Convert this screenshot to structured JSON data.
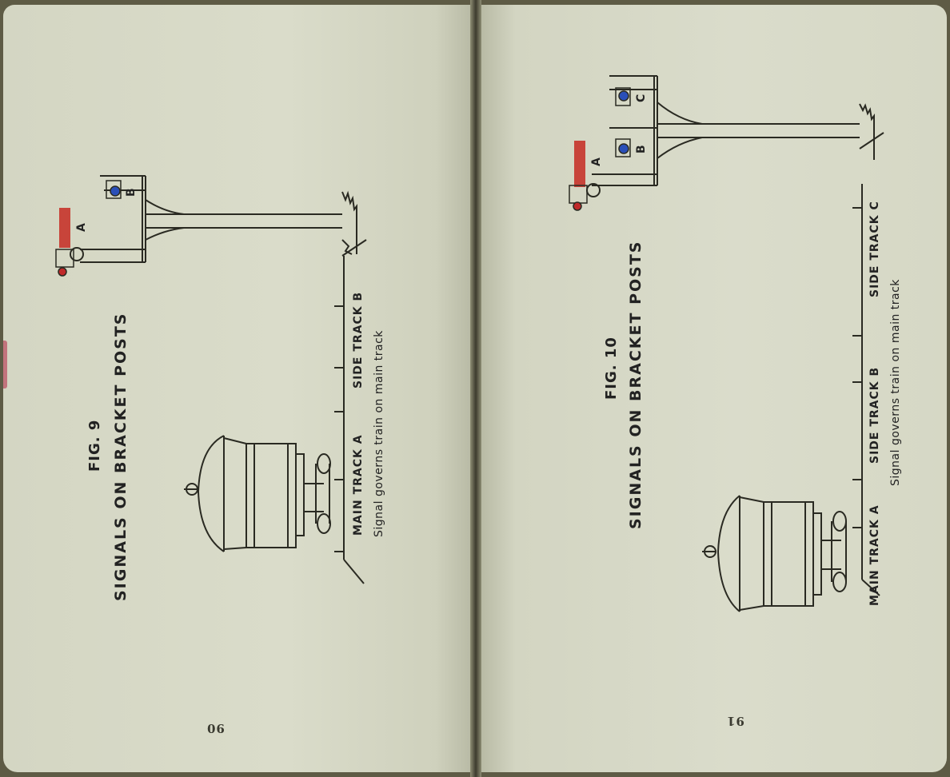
{
  "left_page": {
    "figure_label": "FIG. 9",
    "title": "SIGNALS ON BRACKET POSTS",
    "signal_labels": {
      "arm": "A",
      "light": "B"
    },
    "track_labels": [
      "MAIN TRACK A",
      "SIDE TRACK B"
    ],
    "caption": "Signal governs train on main track",
    "page_number": "90"
  },
  "right_page": {
    "figure_label": "FIG. 10",
    "title": "SIGNALS ON BRACKET POSTS",
    "signal_labels": {
      "arm": "A",
      "light_b": "B",
      "light_c": "C"
    },
    "track_labels": [
      "MAIN TRACK A",
      "SIDE TRACK B",
      "SIDE TRACK C"
    ],
    "caption": "Signal governs train on main track",
    "page_number": "91"
  },
  "colors": {
    "paper": "#d9dbc9",
    "signal_arm": "#c8443a",
    "signal_light_blue": "#2a4fb8",
    "signal_light_red": "#c02a2a",
    "ink": "#222222"
  }
}
